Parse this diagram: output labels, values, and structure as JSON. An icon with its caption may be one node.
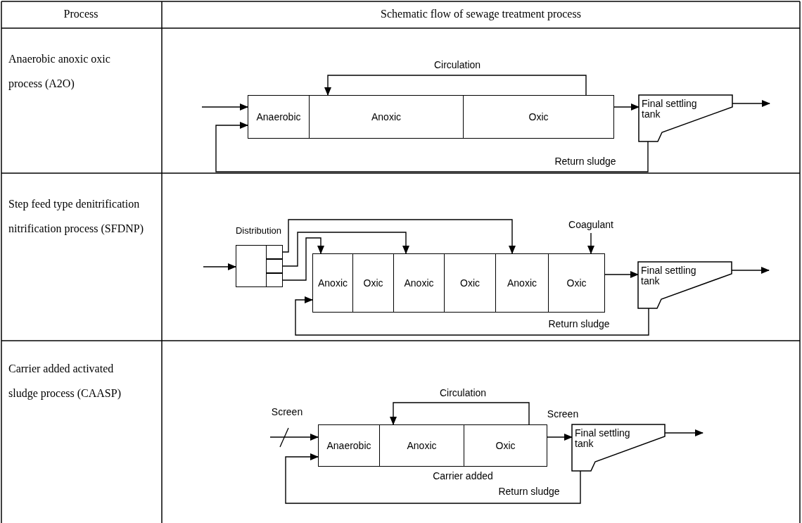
{
  "diagram": {
    "nodes": [
      {
        "text": [
          "Anaerobic"
        ]
      },
      {
        "text": [
          "Anoxic"
        ]
      },
      {
        "text": [
          "Oxic"
        ]
      },
      {
        "text": [
          "Final settling tank"
        ]
      },
      {
        "text": [
          "Distribution"
        ]
      },
      {
        "text": [],
        "shape": "box",
        "in": 4
      },
      {
        "text": [],
        "shape": "box",
        "in": 4
      },
      {
        "text": [],
        "shape": "box",
        "in": 4
      },
      {
        "text": [
          "Anoxic"
        ]
      },
      {
        "text": [
          "Oxic"
        ]
      },
      {
        "text": [
          "Anoxic"
        ]
      },
      {
        "text": [
          "Oxic"
        ]
      },
      {
        "text": [
          "Anoxic"
        ]
      },
      {
        "text": [
          "Oxic"
        ]
      },
      {
        "text": [
          "Final settling tank"
        ]
      },
      {
        "text": [
          "Coagulant"
        ]
      },
      {
        "text": [
          "Anaerobic"
        ]
      },
      {
        "text": [
          "Anoxic"
        ]
      },
      {
        "text": [
          "Oxic"
        ]
      },
      {
        "text": [
          "Final settling tank"
        ]
      }
    ],
    "edges": [
      {
        "from": null,
        "to": 0,
        "arrow": "to"
      },
      {
        "from": 2,
        "to": 1,
        "arrow": "to",
        "label": "Circulation"
      },
      {
        "from": 2,
        "to": 3,
        "arrow": "to"
      },
      {
        "from": 3,
        "to": null,
        "arrow": "to"
      },
      {
        "from": 3,
        "to": 0,
        "arrow": "to",
        "label": "Return sludge"
      },
      {
        "from": null,
        "to": 4,
        "arrow": "to"
      },
      {
        "from": 5,
        "to": 12,
        "arrow": "to"
      },
      {
        "from": 6,
        "to": 10,
        "arrow": "to"
      },
      {
        "from": 7,
        "to": 8,
        "arrow": "to"
      },
      {
        "from": 15,
        "to": 13,
        "arrow": "to"
      },
      {
        "from": 13,
        "to": 14,
        "arrow": "to"
      },
      {
        "from": 14,
        "to": null,
        "arrow": "to"
      },
      {
        "from": 14,
        "to": 8,
        "arrow": "to",
        "label": "Return sludge"
      },
      {
        "from": null,
        "to": 16,
        "arrow": "to"
      },
      {
        "from": 18,
        "to": 17,
        "arrow": "to",
        "label": "Circulation"
      },
      {
        "from": 18,
        "to": 19,
        "arrow": "to"
      },
      {
        "from": 19,
        "to": null,
        "arrow": "to"
      },
      {
        "from": 19,
        "to": 16,
        "arrow": "to",
        "label": "Return sludge"
      }
    ],
    "labels": [
      "Process",
      "Schematic flow of sewage treatment process",
      "Anaerobic anoxic oxic process (A2O)",
      "Step feed type denitrification nitrification process (SFDNP)",
      "Carrier added activated sludge process (CAASP)",
      "Screen",
      "Screen",
      "Carrier added"
    ]
  }
}
